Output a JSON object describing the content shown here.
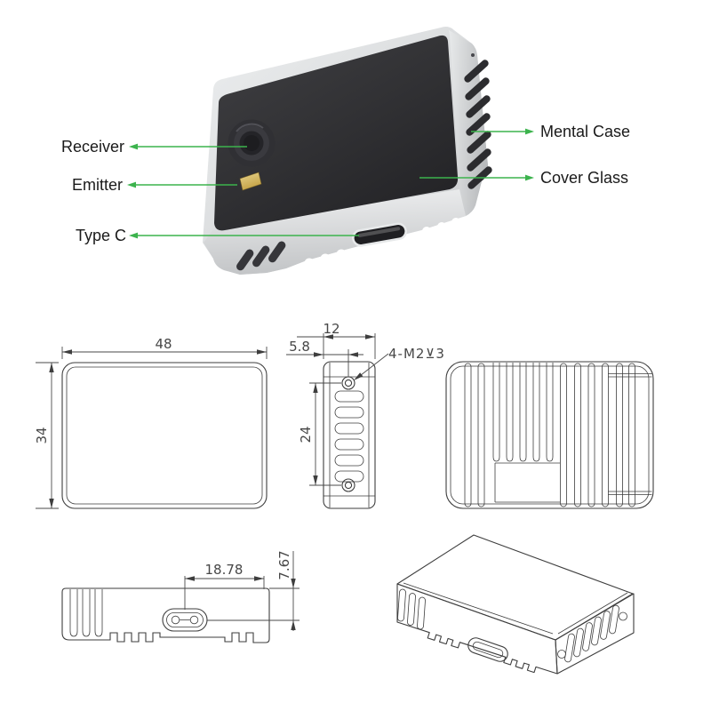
{
  "product": {
    "callouts": {
      "receiver": "Receiver",
      "emitter": "Emitter",
      "type_c": "Type C",
      "mental_case": "Mental Case",
      "cover_glass": "Cover Glass"
    }
  },
  "dims": {
    "front_width": "48",
    "front_height": "34",
    "side_width": "12",
    "side_hole_offset": "5.8",
    "side_hole_span": "24",
    "thread_note": "4-M2⊻3",
    "port_offset": "18.78",
    "case_height": "7.67"
  },
  "colors": {
    "callout_green": "#3cb34d",
    "drawing_line": "#3e3e3e",
    "device_face": "#39393c",
    "device_case": "#d6d8da",
    "emitter_gold": "#d9bd6d"
  }
}
